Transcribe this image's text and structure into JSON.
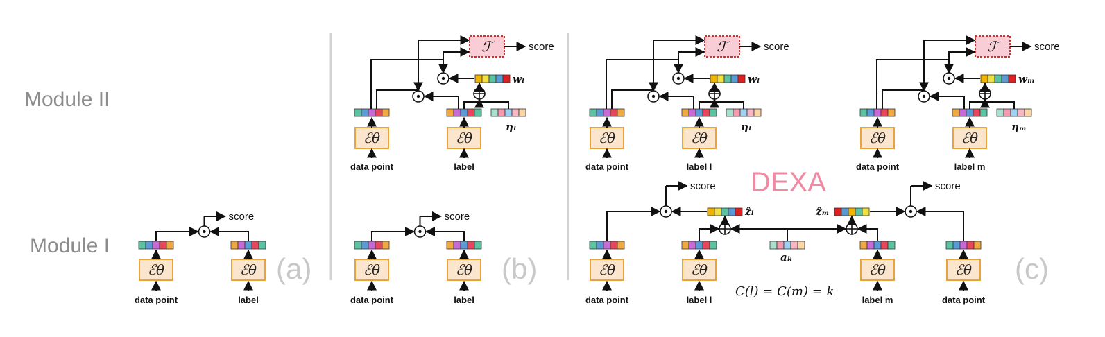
{
  "row_labels": {
    "module2": "Module II",
    "module1": "Module I"
  },
  "panels": {
    "a": "(a)",
    "b": "(b)",
    "c": "(c)"
  },
  "inputs": {
    "data_point": "data point",
    "label": "label",
    "label_l": "label l",
    "label_m": "label m"
  },
  "score": "score",
  "symbols": {
    "encoder": "ℰθ",
    "F": "ℱ",
    "w_l": "wₗ",
    "w_m": "wₘ",
    "eta_l": "ηₗ",
    "eta_m": "ηₘ",
    "z_l": "ẑₗ",
    "z_m": "ẑₘ",
    "a_k": "aₖ",
    "condition": "C(l) = C(m) = k"
  },
  "title": "DEXA",
  "colors": {
    "encoder_fill": "#fbe5cd",
    "encoder_border": "#e8a33f",
    "F_fill": "#f8cdd6",
    "F_border": "#d43030",
    "dexa": "#f08aa2",
    "row_label": "#8c8c8c",
    "panel_label": "#c8c8c8"
  }
}
